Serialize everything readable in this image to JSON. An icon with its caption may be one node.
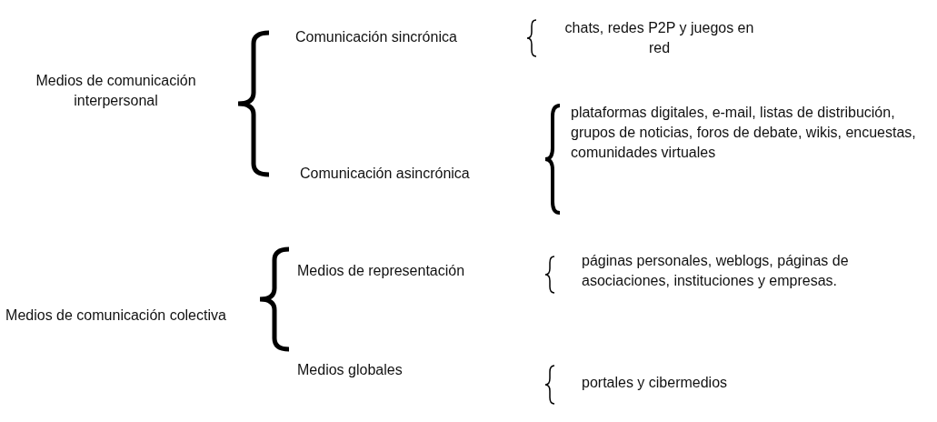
{
  "diagram": {
    "labels": [
      "Medios de comunicación interpersonal",
      "Comunicación sincrónica",
      "chats, redes P2P y juegos en red",
      "Comunicación asincrónica",
      "plataformas digitales, e-mail, listas de distribución, grupos de noticias, foros de debate, wikis, encuestas, comunidades virtuales",
      "Medios de comunicación colectiva",
      "Medios de representación",
      "páginas personales, weblogs, páginas de asociaciones, instituciones y empresas.",
      "Medios globales",
      "portales y cibermedios"
    ]
  }
}
